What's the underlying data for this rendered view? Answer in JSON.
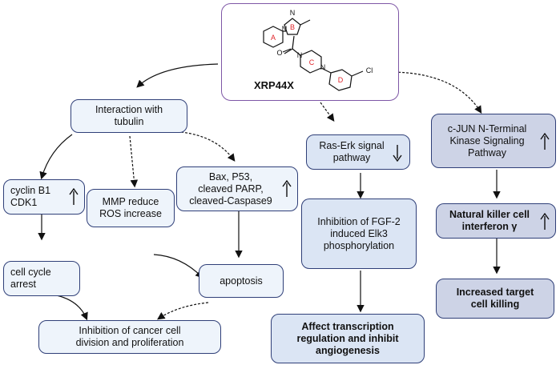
{
  "compound": {
    "name": "XRP44X",
    "ring_labels": [
      "A",
      "B",
      "C",
      "D"
    ],
    "atoms": {
      "n1": "N",
      "n2": "N",
      "o": "O",
      "n3": "N",
      "n4": "N",
      "cl": "Cl"
    }
  },
  "nodes": {
    "tubulin": [
      "Interaction with",
      "tubulin"
    ],
    "cyclin": [
      "cyclin B1",
      "CDK1"
    ],
    "mmp": [
      "MMP reduce",
      "ROS increase"
    ],
    "bax": [
      "Bax, P53,",
      "cleaved PARP,",
      "cleaved-Caspase9"
    ],
    "cellcycle": [
      "cell cycle",
      "arrest"
    ],
    "apoptosis": [
      "apoptosis"
    ],
    "inhibition": [
      "Inhibition of cancer cell",
      "division and proliferation"
    ],
    "raserk": [
      "Ras-Erk signal",
      "pathway"
    ],
    "fgf": [
      "Inhibition of FGF-2",
      "induced Elk3",
      "phosphorylation"
    ],
    "affect": [
      "Affect transcription",
      "regulation and inhibit",
      "angiogenesis"
    ],
    "jun": [
      "c-JUN N-Terminal",
      "Kinase Signaling",
      "Pathway"
    ],
    "nk": [
      "Natural killer cell",
      "interferon γ"
    ],
    "target": [
      "Increased target",
      "cell killing"
    ]
  },
  "colors": {
    "border": "#2f3f78",
    "compound_border": "#7e57a6",
    "ring_label": "#e0242a"
  }
}
